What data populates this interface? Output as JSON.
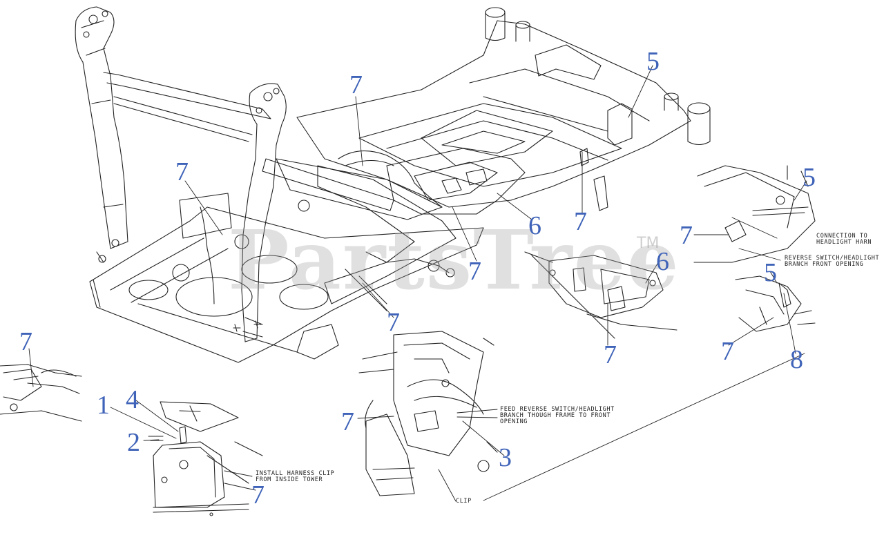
{
  "watermark": {
    "text": "PartsTree",
    "tm": "TM"
  },
  "colors": {
    "callout": "#3f63b8",
    "line": "#222222",
    "watermark": "#a0a0a0"
  },
  "callouts": [
    {
      "id": "c1",
      "label": "7"
    },
    {
      "id": "c2",
      "label": "5"
    },
    {
      "id": "c3",
      "label": "7"
    },
    {
      "id": "c4",
      "label": "6"
    },
    {
      "id": "c5",
      "label": "7"
    },
    {
      "id": "c6",
      "label": "7"
    },
    {
      "id": "c7",
      "label": "7"
    },
    {
      "id": "c8",
      "label": "5"
    },
    {
      "id": "c9",
      "label": "7"
    },
    {
      "id": "c10",
      "label": "6"
    },
    {
      "id": "c11",
      "label": "7"
    },
    {
      "id": "c12",
      "label": "5"
    },
    {
      "id": "c13",
      "label": "7"
    },
    {
      "id": "c14",
      "label": "8"
    },
    {
      "id": "c15",
      "label": "7"
    },
    {
      "id": "c16",
      "label": "1"
    },
    {
      "id": "c17",
      "label": "4"
    },
    {
      "id": "c18",
      "label": "2"
    },
    {
      "id": "c19",
      "label": "7"
    },
    {
      "id": "c20",
      "label": "7"
    },
    {
      "id": "c21",
      "label": "3"
    },
    {
      "id": "c22",
      "label": "7"
    }
  ],
  "notes": {
    "connection": "CONNECTION TO\nHEADLIGHT HARN",
    "reverse_switch": "REVERSE SWITCH/HEADLIGHT\nBRANCH FRONT OPENING",
    "feed": "FEED REVERSE SWITCH/HEADLIGHT\nBRANCH THOUGH FRAME TO FRONT\nOPENING",
    "install_clip": "INSTALL HARNESS CLIP\nFROM INSIDE TOWER",
    "clip": "CLIP"
  }
}
